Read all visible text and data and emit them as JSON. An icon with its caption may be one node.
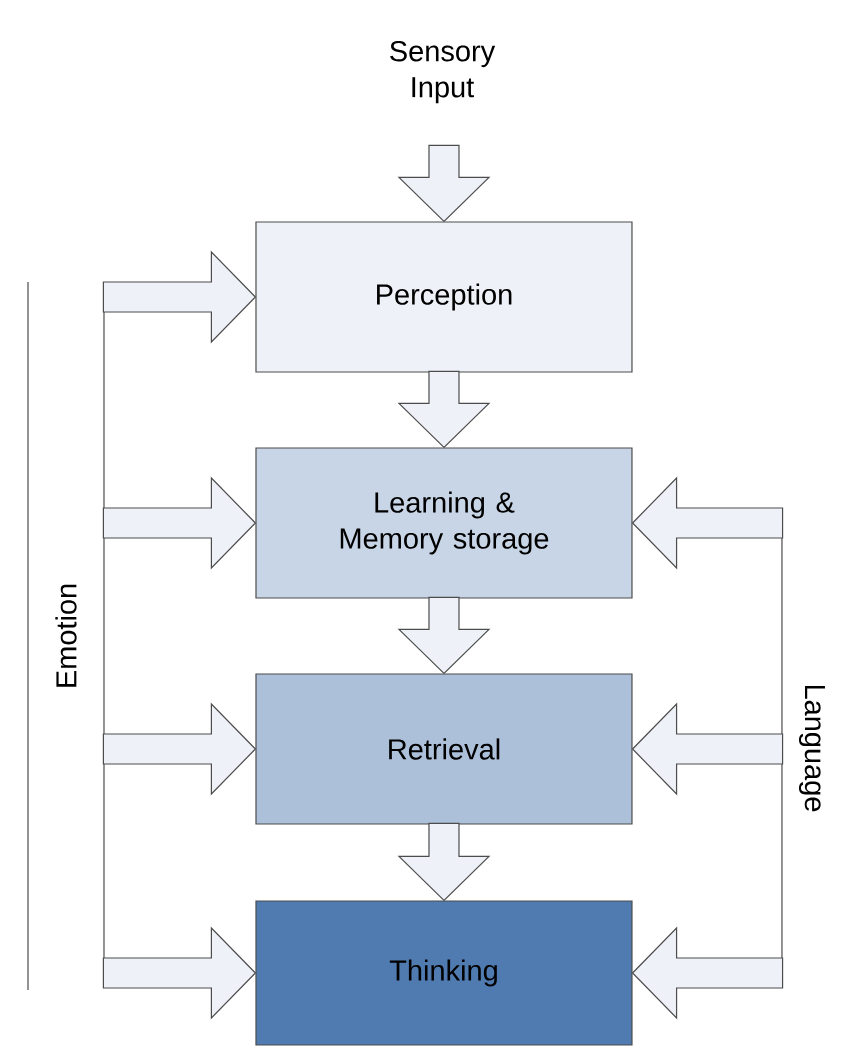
{
  "diagram": {
    "nodes": [
      {
        "text": [
          "Sensory Input"
        ]
      },
      {
        "text": [
          "Perception"
        ]
      },
      {
        "text": [
          "Learning & Memory storage"
        ]
      },
      {
        "text": [
          "Retrieval"
        ]
      },
      {
        "text": [
          "Thinking"
        ]
      },
      {
        "text": [
          "Emotion"
        ]
      },
      {
        "text": [
          "Language"
        ]
      }
    ],
    "edges": [
      {
        "from": 0,
        "to": 1,
        "arrow": "to"
      },
      {
        "from": 1,
        "to": 2,
        "arrow": "to"
      },
      {
        "from": 2,
        "to": 3,
        "arrow": "to"
      },
      {
        "from": 3,
        "to": 4,
        "arrow": "to"
      },
      {
        "from": 5,
        "to": 1,
        "arrow": "to"
      },
      {
        "from": 5,
        "to": 2,
        "arrow": "to"
      },
      {
        "from": 5,
        "to": 3,
        "arrow": "to"
      },
      {
        "from": 5,
        "to": 4,
        "arrow": "to"
      },
      {
        "from": 6,
        "to": 2,
        "arrow": "to"
      },
      {
        "from": 6,
        "to": 3,
        "arrow": "to"
      },
      {
        "from": 6,
        "to": 4,
        "arrow": "to"
      }
    ]
  }
}
